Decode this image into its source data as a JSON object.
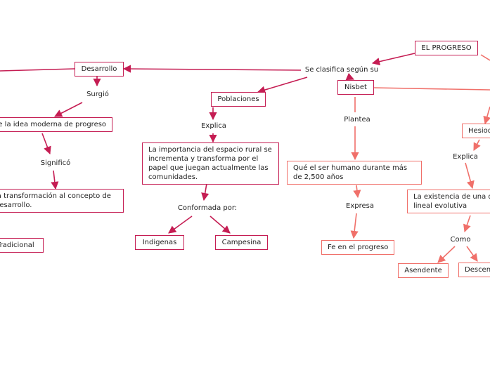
{
  "diagram": {
    "colors": {
      "crimson": "#c51d53",
      "salmon": "#f0706a",
      "text": "#1f1f1f"
    },
    "nodes": {
      "el_progreso": "EL PROGRESO",
      "se_clasifica": "Se clasifica según su",
      "desarrollo": "Desarrollo",
      "surgio": "Surgió",
      "idea_moderna": "de la idea moderna de progreso",
      "significo": "Significó",
      "transformacion": "la transformación al concepto de desarrollo.",
      "tradicional": "Tradicional",
      "poblaciones": "Poblaciones",
      "explica_1": "Explica",
      "importancia": "La importancia del espacio rural se incrementa y transforma por el papel que juegan actualmente las comunidades.",
      "conformada": "Conformada por:",
      "indigenas": "Indigenas",
      "campesina": "Campesina",
      "nisbet": "Nisbet",
      "plantea": "Plantea",
      "que_ser": "Qué el ser humano durante más de 2,500 años",
      "expresa": "Expresa",
      "fe": "Fe en el progreso",
      "hesiodo": "Hesiodo",
      "explica_2": "Explica",
      "existencia": "La existencia de una dirección lineal evolutiva",
      "como": "Como",
      "asendente": "Asendente",
      "descendente": "Descendente"
    }
  }
}
